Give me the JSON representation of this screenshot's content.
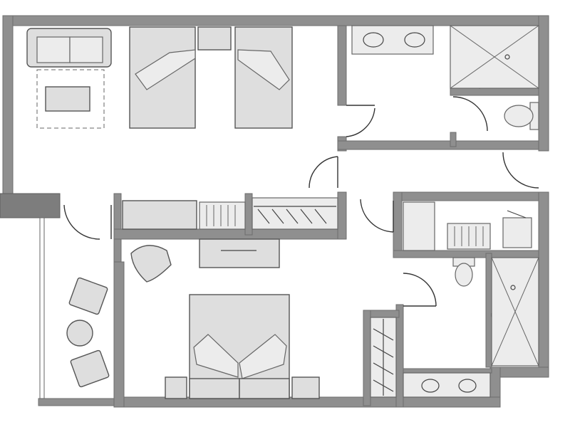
{
  "colors": {
    "wall": "#8f8f8f",
    "furniture": "#dedede",
    "background": "#ffffff",
    "line": "#444444"
  },
  "plan": {
    "rooms": [
      {
        "name": "living-bedroom-area"
      },
      {
        "name": "main-bathroom"
      },
      {
        "name": "hallway"
      },
      {
        "name": "bedroom"
      },
      {
        "name": "balcony"
      },
      {
        "name": "ensuite-bathroom"
      }
    ]
  }
}
